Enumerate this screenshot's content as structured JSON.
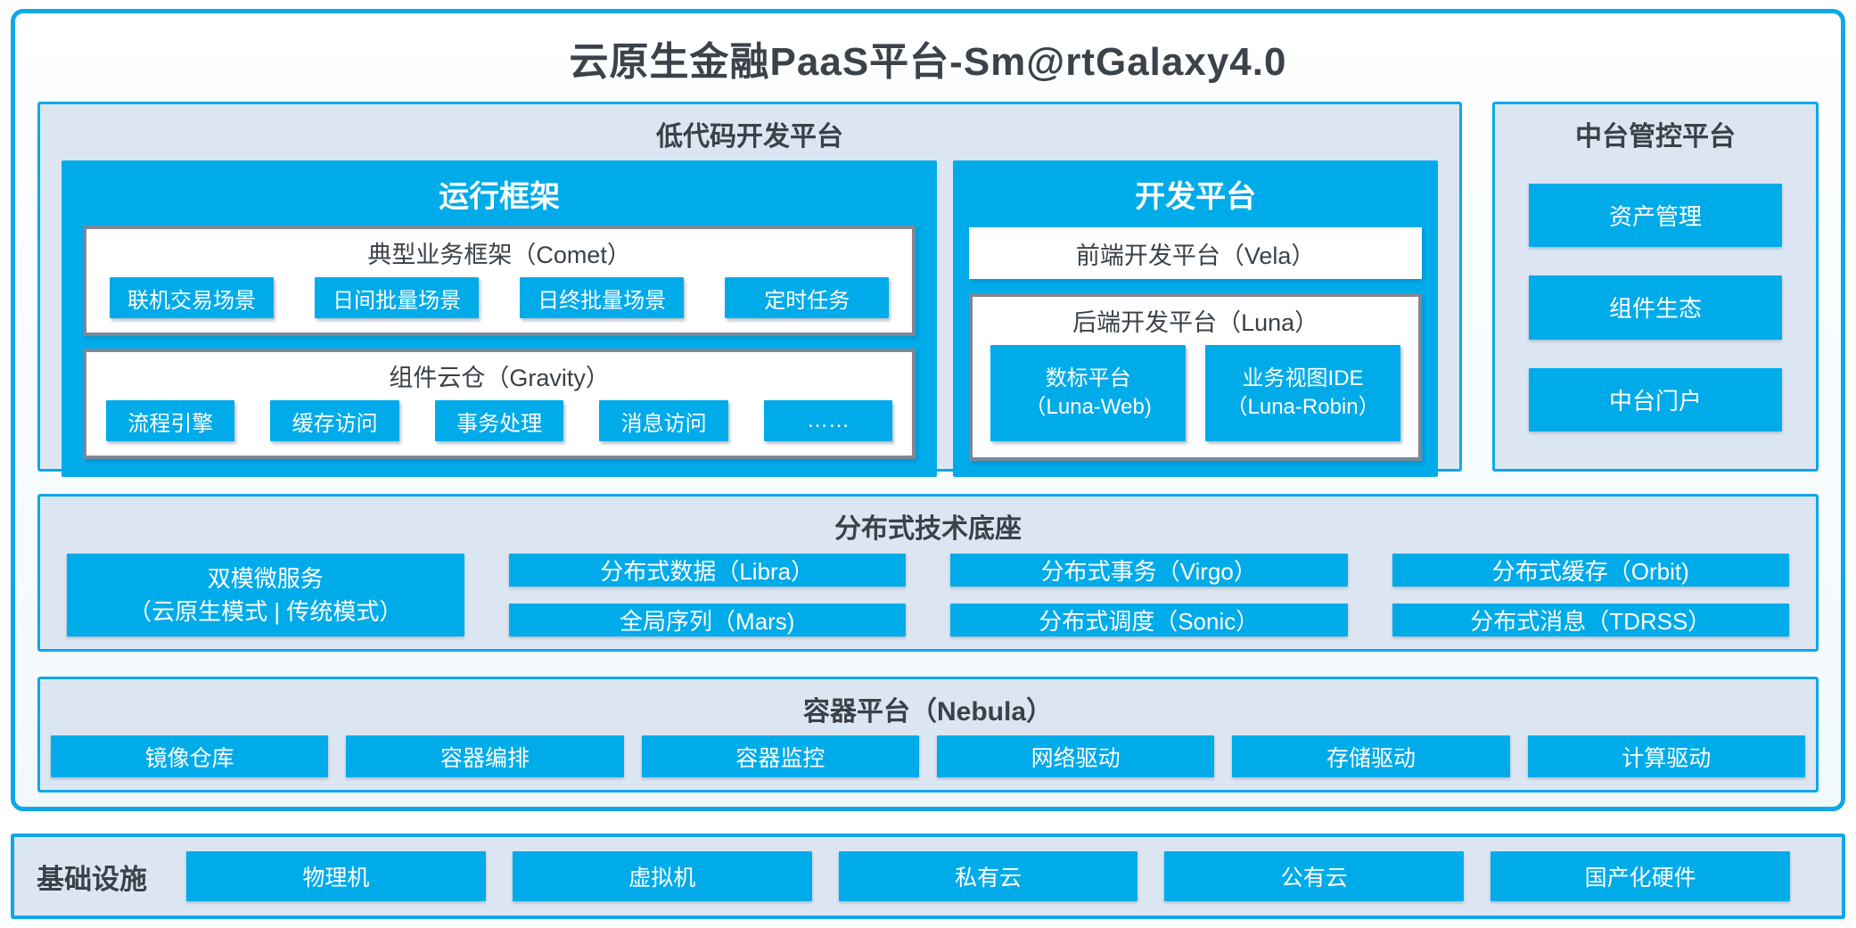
{
  "title": "云原生金融PaaS平台-Sm@rtGalaxy4.0",
  "colors": {
    "accent_blue": "#00ABEA",
    "panel_background": "#DCE6F2",
    "panel_border": "#0FA7E8",
    "white_box_border": "#7D8795",
    "dark_text": "#3A4148",
    "button_text": "#FFFFFF"
  },
  "lowcode": {
    "title": "低代码开发平台",
    "runtime": {
      "title": "运行框架",
      "comet": {
        "title": "典型业务框架（Comet）",
        "items": [
          "联机交易场景",
          "日间批量场景",
          "日终批量场景",
          "定时任务"
        ]
      },
      "gravity": {
        "title": "组件云仓（Gravity）",
        "items": [
          "流程引擎",
          "缓存访问",
          "事务处理",
          "消息访问",
          "……"
        ]
      }
    },
    "devplatform": {
      "title": "开发平台",
      "vela": "前端开发平台（Vela）",
      "luna": {
        "title": "后端开发平台（Luna）",
        "items": [
          {
            "line1": "数标平台",
            "line2": "（Luna-Web)"
          },
          {
            "line1": "业务视图IDE",
            "line2": "（Luna-Robin）"
          }
        ]
      }
    }
  },
  "midplatform": {
    "title": "中台管控平台",
    "items": [
      "资产管理",
      "组件生态",
      "中台门户"
    ]
  },
  "distributed": {
    "title": "分布式技术底座",
    "dual_mode": {
      "line1": "双模微服务",
      "line2": "（云原生模式 | 传统模式）"
    },
    "grid": [
      [
        "分布式数据（Libra）",
        "全局序列（Mars)"
      ],
      [
        "分布式事务（Virgo）",
        "分布式调度（Sonic）"
      ],
      [
        "分布式缓存（Orbit)",
        "分布式消息（TDRSS）"
      ]
    ]
  },
  "container": {
    "title": "容器平台（Nebula）",
    "items": [
      "镜像仓库",
      "容器编排",
      "容器监控",
      "网络驱动",
      "存储驱动",
      "计算驱动"
    ]
  },
  "infrastructure": {
    "title": "基础设施",
    "items": [
      "物理机",
      "虚拟机",
      "私有云",
      "公有云",
      "国产化硬件"
    ]
  }
}
